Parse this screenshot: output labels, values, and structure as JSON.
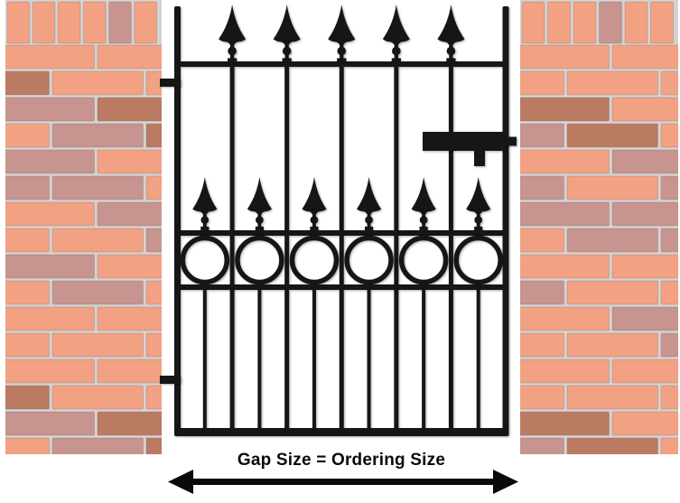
{
  "diagram": {
    "caption": "Gap Size = Ordering Size",
    "gate": {
      "top_finials": 5,
      "mid_finials": 6,
      "rings": 6,
      "main_bars": 5,
      "hinges": 2,
      "latches": 1
    },
    "colors": {
      "background": "#ffffff",
      "gate": "#121212",
      "text": "#0a0a0a",
      "mortar": "#d6d2d1",
      "brick_salmon": "#f2a183",
      "brick_mauve": "#c79490",
      "brick_dark": "#bb7b62"
    },
    "brick_cycle": [
      "salmon",
      "salmon",
      "mauve",
      "salmon",
      "mauve",
      "salmon",
      "salmon",
      "dark",
      "mauve",
      "salmon",
      "salmon",
      "mauve"
    ]
  }
}
